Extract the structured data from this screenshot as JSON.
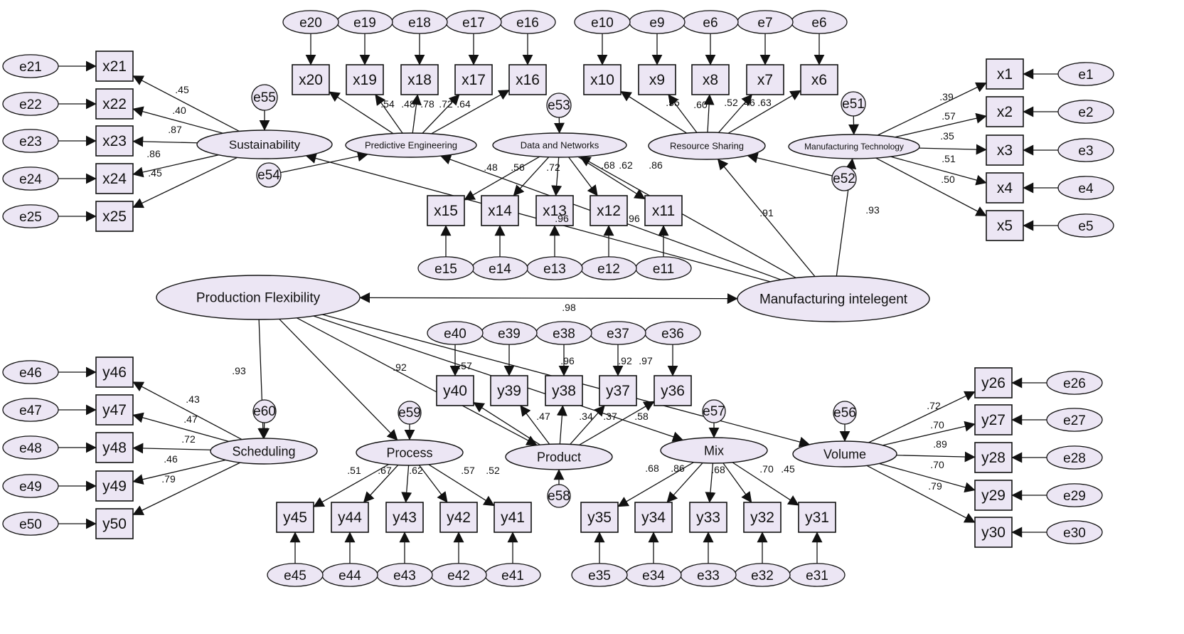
{
  "latents": [
    {
      "id": "SUS",
      "label": "Sustainability"
    },
    {
      "id": "PE",
      "label": "Predictive Engineering"
    },
    {
      "id": "DN",
      "label": "Data and Networks"
    },
    {
      "id": "RS",
      "label": "Resource Sharing"
    },
    {
      "id": "MT",
      "label": "Manufacturing Technology"
    },
    {
      "id": "MI",
      "label": "Manufacturing intelegent"
    },
    {
      "id": "PF",
      "label": "Production Flexibility"
    },
    {
      "id": "SCH",
      "label": "Scheduling"
    },
    {
      "id": "PRC",
      "label": "Process"
    },
    {
      "id": "PRD",
      "label": "Product"
    },
    {
      "id": "MIX",
      "label": "Mix"
    },
    {
      "id": "VOL",
      "label": "Volume"
    }
  ],
  "indicators": [
    {
      "id": "x1",
      "label": "x1"
    },
    {
      "id": "x2",
      "label": "x2"
    },
    {
      "id": "x3",
      "label": "x3"
    },
    {
      "id": "x4",
      "label": "x4"
    },
    {
      "id": "x5",
      "label": "x5"
    },
    {
      "id": "x6",
      "label": "x6"
    },
    {
      "id": "x7",
      "label": "x7"
    },
    {
      "id": "x8",
      "label": "x8"
    },
    {
      "id": "x9",
      "label": "x9"
    },
    {
      "id": "x10",
      "label": "x10"
    },
    {
      "id": "x11",
      "label": "x11"
    },
    {
      "id": "x12",
      "label": "x12"
    },
    {
      "id": "x13",
      "label": "x13"
    },
    {
      "id": "x14",
      "label": "x14"
    },
    {
      "id": "x15",
      "label": "x15"
    },
    {
      "id": "x16",
      "label": "x16"
    },
    {
      "id": "x17",
      "label": "x17"
    },
    {
      "id": "x18",
      "label": "x18"
    },
    {
      "id": "x19",
      "label": "x19"
    },
    {
      "id": "x20",
      "label": "x20"
    },
    {
      "id": "x21",
      "label": "x21"
    },
    {
      "id": "x22",
      "label": "x22"
    },
    {
      "id": "x23",
      "label": "x23"
    },
    {
      "id": "x24",
      "label": "x24"
    },
    {
      "id": "x25",
      "label": "x25"
    },
    {
      "id": "y26",
      "label": "y26"
    },
    {
      "id": "y27",
      "label": "y27"
    },
    {
      "id": "y28",
      "label": "y28"
    },
    {
      "id": "y29",
      "label": "y29"
    },
    {
      "id": "y30",
      "label": "y30"
    },
    {
      "id": "y31",
      "label": "y31"
    },
    {
      "id": "y32",
      "label": "y32"
    },
    {
      "id": "y33",
      "label": "y33"
    },
    {
      "id": "y34",
      "label": "y34"
    },
    {
      "id": "y35",
      "label": "y35"
    },
    {
      "id": "y36",
      "label": "y36"
    },
    {
      "id": "y37",
      "label": "y37"
    },
    {
      "id": "y38",
      "label": "y38"
    },
    {
      "id": "y39",
      "label": "y39"
    },
    {
      "id": "y40",
      "label": "y40"
    },
    {
      "id": "y41",
      "label": "y41"
    },
    {
      "id": "y42",
      "label": "y42"
    },
    {
      "id": "y43",
      "label": "y43"
    },
    {
      "id": "y44",
      "label": "y44"
    },
    {
      "id": "y45",
      "label": "y45"
    },
    {
      "id": "y46",
      "label": "y46"
    },
    {
      "id": "y47",
      "label": "y47"
    },
    {
      "id": "y48",
      "label": "y48"
    },
    {
      "id": "y49",
      "label": "y49"
    },
    {
      "id": "y50",
      "label": "y50"
    }
  ],
  "errors": [
    {
      "id": "e1",
      "label": "e1",
      "target": "x1"
    },
    {
      "id": "e2",
      "label": "e2",
      "target": "x2"
    },
    {
      "id": "e3",
      "label": "e3",
      "target": "x3"
    },
    {
      "id": "e4",
      "label": "e4",
      "target": "x4"
    },
    {
      "id": "e5",
      "label": "e5",
      "target": "x5"
    },
    {
      "id": "e6b",
      "label": "e6",
      "target": "x6"
    },
    {
      "id": "e7",
      "label": "e7",
      "target": "x7"
    },
    {
      "id": "e6a",
      "label": "e6",
      "target": "x8"
    },
    {
      "id": "e9",
      "label": "e9",
      "target": "x9"
    },
    {
      "id": "e10",
      "label": "e10",
      "target": "x10"
    },
    {
      "id": "e11",
      "label": "e11",
      "target": "x11"
    },
    {
      "id": "e12",
      "label": "e12",
      "target": "x12"
    },
    {
      "id": "e13",
      "label": "e13",
      "target": "x13"
    },
    {
      "id": "e14",
      "label": "e14",
      "target": "x14"
    },
    {
      "id": "e15",
      "label": "e15",
      "target": "x15"
    },
    {
      "id": "e16",
      "label": "e16",
      "target": "x16"
    },
    {
      "id": "e17",
      "label": "e17",
      "target": "x17"
    },
    {
      "id": "e18",
      "label": "e18",
      "target": "x18"
    },
    {
      "id": "e19",
      "label": "e19",
      "target": "x19"
    },
    {
      "id": "e20",
      "label": "e20",
      "target": "x20"
    },
    {
      "id": "e21",
      "label": "e21",
      "target": "x21"
    },
    {
      "id": "e22",
      "label": "e22",
      "target": "x22"
    },
    {
      "id": "e23",
      "label": "e23",
      "target": "x23"
    },
    {
      "id": "e24",
      "label": "e24",
      "target": "x24"
    },
    {
      "id": "e25",
      "label": "e25",
      "target": "x25"
    },
    {
      "id": "e26",
      "label": "e26",
      "target": "y26"
    },
    {
      "id": "e27",
      "label": "e27",
      "target": "y27"
    },
    {
      "id": "e28",
      "label": "e28",
      "target": "y28"
    },
    {
      "id": "e29",
      "label": "e29",
      "target": "y29"
    },
    {
      "id": "e30",
      "label": "e30",
      "target": "y30"
    },
    {
      "id": "e31",
      "label": "e31",
      "target": "y31"
    },
    {
      "id": "e32",
      "label": "e32",
      "target": "y32"
    },
    {
      "id": "e33",
      "label": "e33",
      "target": "y33"
    },
    {
      "id": "e34",
      "label": "e34",
      "target": "y34"
    },
    {
      "id": "e35",
      "label": "e35",
      "target": "y35"
    },
    {
      "id": "e36",
      "label": "e36",
      "target": "y36"
    },
    {
      "id": "e37",
      "label": "e37",
      "target": "y37"
    },
    {
      "id": "e38",
      "label": "e38",
      "target": "y38"
    },
    {
      "id": "e39",
      "label": "e39",
      "target": "y39"
    },
    {
      "id": "e40",
      "label": "e40",
      "target": "y40"
    },
    {
      "id": "e41",
      "label": "e41",
      "target": "y41"
    },
    {
      "id": "e42",
      "label": "e42",
      "target": "y42"
    },
    {
      "id": "e43",
      "label": "e43",
      "target": "y43"
    },
    {
      "id": "e44",
      "label": "e44",
      "target": "y44"
    },
    {
      "id": "e45",
      "label": "e45",
      "target": "y45"
    },
    {
      "id": "e46",
      "label": "e46",
      "target": "y46"
    },
    {
      "id": "e47",
      "label": "e47",
      "target": "y47"
    },
    {
      "id": "e48",
      "label": "e48",
      "target": "y48"
    },
    {
      "id": "e49",
      "label": "e49",
      "target": "y49"
    },
    {
      "id": "e50",
      "label": "e50",
      "target": "y50"
    },
    {
      "id": "e51",
      "label": "e51",
      "target": "MT"
    },
    {
      "id": "e52",
      "label": "e52",
      "target": "RS"
    },
    {
      "id": "e53",
      "label": "e53",
      "target": "DN"
    },
    {
      "id": "e54",
      "label": "e54",
      "target": "PE"
    },
    {
      "id": "e55",
      "label": "e55",
      "target": "SUS"
    },
    {
      "id": "e56",
      "label": "e56",
      "target": "VOL"
    },
    {
      "id": "e57",
      "label": "e57",
      "target": "MIX"
    },
    {
      "id": "e58",
      "label": "e58",
      "target": "PRD"
    },
    {
      "id": "e59",
      "label": "e59",
      "target": "PRC"
    },
    {
      "id": "e60",
      "label": "e60",
      "target": "SCH"
    }
  ],
  "paths": [
    {
      "from": "MI",
      "to": "PF",
      "coef": ".98",
      "double": true
    },
    {
      "from": "MI",
      "to": "RS",
      "coef": ".91"
    },
    {
      "from": "MI",
      "to": "MT",
      "coef": ".93"
    },
    {
      "from": "MI",
      "to": "SUS",
      "coef": ".96"
    },
    {
      "from": "MI",
      "to": "PE",
      "coef": ".96"
    },
    {
      "from": "MI",
      "to": "DN",
      "coef": ".86"
    },
    {
      "from": "PF",
      "to": "SCH",
      "coef": ".93"
    },
    {
      "from": "PF",
      "to": "PRC",
      "coef": ".92"
    },
    {
      "from": "PF",
      "to": "PRD",
      "coef": ".96"
    },
    {
      "from": "PF",
      "to": "MIX",
      "coef": ".92"
    },
    {
      "from": "PF",
      "to": "VOL",
      "coef": ".97"
    }
  ],
  "loadings": [
    {
      "from": "MT",
      "to": "x1",
      "coef": ".39"
    },
    {
      "from": "MT",
      "to": "x2",
      "coef": ".57"
    },
    {
      "from": "MT",
      "to": "x3",
      "coef": ".35"
    },
    {
      "from": "MT",
      "to": "x4",
      "coef": ".51"
    },
    {
      "from": "MT",
      "to": "x5",
      "coef": ".50"
    },
    {
      "from": "RS",
      "to": "x6",
      "coef": ".63"
    },
    {
      "from": "RS",
      "to": "x7",
      "coef": ".46"
    },
    {
      "from": "RS",
      "to": "x8",
      "coef": ".52"
    },
    {
      "from": "RS",
      "to": "x9",
      "coef": ".60"
    },
    {
      "from": "RS",
      "to": "x10",
      "coef": ".55"
    },
    {
      "from": "DN",
      "to": "x11",
      "coef": ".62"
    },
    {
      "from": "DN",
      "to": "x12",
      "coef": ".68"
    },
    {
      "from": "DN",
      "to": "x13",
      "coef": ".72"
    },
    {
      "from": "DN",
      "to": "x14",
      "coef": ".56"
    },
    {
      "from": "DN",
      "to": "x15",
      "coef": ".48"
    },
    {
      "from": "PE",
      "to": "x16",
      "coef": ".64"
    },
    {
      "from": "PE",
      "to": "x17",
      "coef": ".72"
    },
    {
      "from": "PE",
      "to": "x18",
      "coef": ".78"
    },
    {
      "from": "PE",
      "to": "x19",
      "coef": ".48"
    },
    {
      "from": "PE",
      "to": "x20",
      "coef": ".54"
    },
    {
      "from": "SUS",
      "to": "x21",
      "coef": ".45"
    },
    {
      "from": "SUS",
      "to": "x22",
      "coef": ".40"
    },
    {
      "from": "SUS",
      "to": "x23",
      "coef": ".87"
    },
    {
      "from": "SUS",
      "to": "x24",
      "coef": ".86"
    },
    {
      "from": "SUS",
      "to": "x25",
      "coef": ".45"
    },
    {
      "from": "VOL",
      "to": "y26",
      "coef": ".72"
    },
    {
      "from": "VOL",
      "to": "y27",
      "coef": ".70"
    },
    {
      "from": "VOL",
      "to": "y28",
      "coef": ".89"
    },
    {
      "from": "VOL",
      "to": "y29",
      "coef": ".70"
    },
    {
      "from": "VOL",
      "to": "y30",
      "coef": ".79"
    },
    {
      "from": "MIX",
      "to": "y31",
      "coef": ".45"
    },
    {
      "from": "MIX",
      "to": "y32",
      "coef": ".70"
    },
    {
      "from": "MIX",
      "to": "y33",
      "coef": ".68"
    },
    {
      "from": "MIX",
      "to": "y34",
      "coef": ".86"
    },
    {
      "from": "MIX",
      "to": "y35",
      "coef": ".68"
    },
    {
      "from": "PRD",
      "to": "y36",
      "coef": ".58"
    },
    {
      "from": "PRD",
      "to": "y37",
      "coef": ".37"
    },
    {
      "from": "PRD",
      "to": "y38",
      "coef": ".34"
    },
    {
      "from": "PRD",
      "to": "y39",
      "coef": ".47"
    },
    {
      "from": "PRD",
      "to": "y40",
      "coef": ".57"
    },
    {
      "from": "PRC",
      "to": "y41",
      "coef": ".52"
    },
    {
      "from": "PRC",
      "to": "y42",
      "coef": ".57"
    },
    {
      "from": "PRC",
      "to": "y43",
      "coef": ".62"
    },
    {
      "from": "PRC",
      "to": "y44",
      "coef": ".67"
    },
    {
      "from": "PRC",
      "to": "y45",
      "coef": ".51"
    },
    {
      "from": "SCH",
      "to": "y46",
      "coef": ".43"
    },
    {
      "from": "SCH",
      "to": "y47",
      "coef": ".47"
    },
    {
      "from": "SCH",
      "to": "y48",
      "coef": ".72"
    },
    {
      "from": "SCH",
      "to": "y49",
      "coef": ".46"
    },
    {
      "from": "SCH",
      "to": "y50",
      "coef": ".79"
    }
  ]
}
